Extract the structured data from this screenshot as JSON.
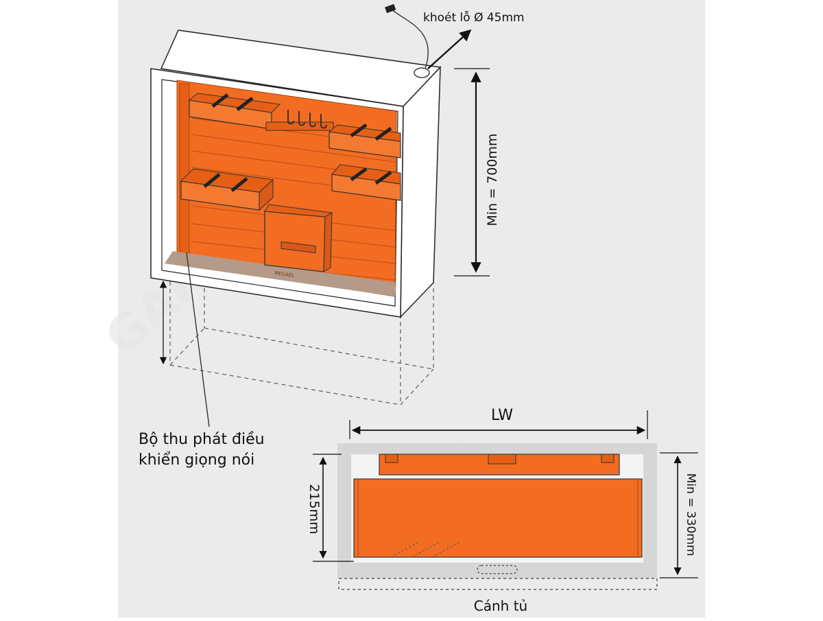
{
  "labels": {
    "hole": "khoét lỗ Ø 45mm",
    "min_height": "Min = 700mm",
    "receiver_line1": "Bộ thu phát điều",
    "receiver_line2": "khiển giọng nói",
    "width": "LW",
    "depth_inner": "215mm",
    "min_depth": "Min = 330mm",
    "door": "Cánh tủ",
    "brand": "MEGAEL"
  },
  "watermark": {
    "text": "GARIS"
  },
  "colors": {
    "background": "#ebebeb",
    "accent": "#f26d22",
    "accent_dark": "#c94f13",
    "outline": "#222222",
    "cabinet_face": "#ffffff",
    "floor": "#b59a8a"
  }
}
